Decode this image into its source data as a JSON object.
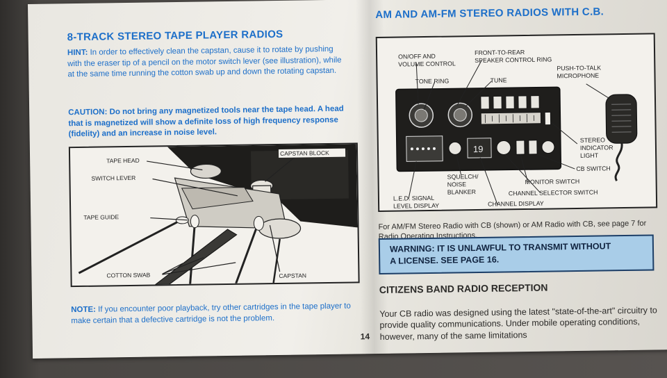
{
  "left_page": {
    "title": "8-TRACK STEREO TAPE PLAYER RADIOS",
    "hint_label": "HINT:",
    "hint_text": " In order to effectively clean the capstan, cause it to rotate by pushing with the eraser tip of a pencil on the motor switch lever (see illustration), while at the same time running the cotton swab up and down the rotating capstan.",
    "caution_label": "CAUTION:",
    "caution_text": " Do not bring any magnetized tools near the tape head. A head that is magnetized will show a definite loss of high frequency response (fidelity) and an increase in noise level.",
    "figure_labels": {
      "tape_head": "TAPE HEAD",
      "capstan_block": "CAPSTAN BLOCK",
      "switch_lever": "SWITCH LEVER",
      "tape_guide": "TAPE GUIDE",
      "cotton_swab": "COTTON SWAB",
      "capstan": "CAPSTAN"
    },
    "note_label": "NOTE:",
    "note_text": " If you encounter poor playback, try other cartridges in the tape player to make certain that a defective cartridge is not the problem.",
    "page_number": "14"
  },
  "right_page": {
    "title": "AM AND AM-FM STEREO RADIOS WITH C.B.",
    "figure_labels": {
      "on_off_line1": "ON/OFF AND",
      "on_off_line2": "VOLUME CONTROL",
      "front_rear_line1": "FRONT-TO-REAR",
      "front_rear_line2": "SPEAKER CONTROL RING",
      "tone_ring": "TONE RING",
      "tune": "TUNE",
      "ptt_line1": "PUSH-TO-TALK",
      "ptt_line2": "MICROPHONE",
      "stereo_line1": "STEREO",
      "stereo_line2": "INDICATOR",
      "stereo_line3": "LIGHT",
      "cb_switch": "CB SWITCH",
      "squelch_line1": "SQUELCH/",
      "squelch_line2": "NOISE",
      "squelch_line3": "BLANKER",
      "monitor_switch": "MONITOR SWITCH",
      "channel_selector": "CHANNEL SELECTOR SWITCH",
      "led_line1": "L.E.D. SIGNAL",
      "led_line2": "LEVEL DISPLAY",
      "channel_display": "CHANNEL DISPLAY",
      "display_digits": "19"
    },
    "caption": "For AM/FM Stereo Radio with CB (shown) or AM Radio with CB, see page 7 for Radio Operating Instructions.",
    "warning_line1": "WARNING: IT IS UNLAWFUL TO TRANSMIT WITHOUT",
    "warning_line2": "A LICENSE.  SEE PAGE 16.",
    "cb_title": "CITIZENS BAND RADIO RECEPTION",
    "cb_body": "Your CB radio was designed using the latest \"state-of-the-art\" circuitry to provide quality communications. Under mobile operating conditions, however, many of the same limitations"
  },
  "colors": {
    "heading_blue": "#1d6fc9",
    "warning_fill": "#a9cde8",
    "paper": "#efede8"
  }
}
